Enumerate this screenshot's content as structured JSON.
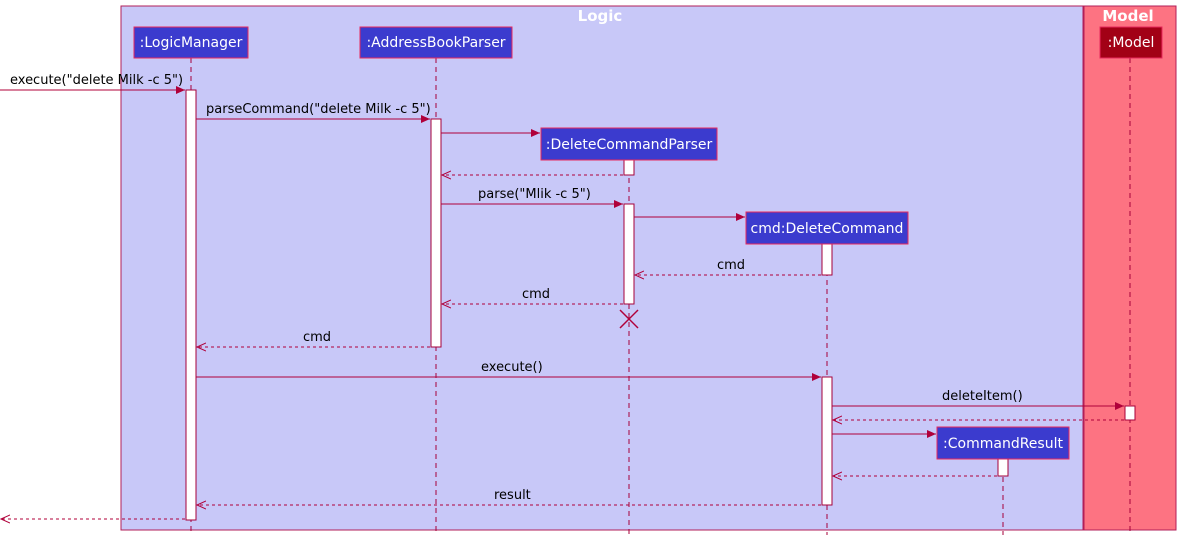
{
  "diagram": {
    "type": "sequence",
    "colors": {
      "logic_fill": "#c8c8f8",
      "model_fill": "#fd7382",
      "frame_border": "#b21f58",
      "participant_fill": "#3b3bce",
      "participant_border": "#e8285c",
      "model_participant_fill": "#a20116",
      "arrow": "#b0003a",
      "activation_fill": "#ffffff",
      "activation_border": "#a6003a",
      "label_text": "#000000",
      "title_text": "#ffffff"
    },
    "frames": [
      {
        "id": "logic",
        "title": "Logic"
      },
      {
        "id": "model",
        "title": "Model"
      }
    ],
    "participants": [
      {
        "id": "logicManager",
        "label": ":LogicManager"
      },
      {
        "id": "parser",
        "label": ":AddressBookParser"
      },
      {
        "id": "deleteParser",
        "label": ":DeleteCommandParser"
      },
      {
        "id": "deleteCommand",
        "label": "cmd:DeleteCommand"
      },
      {
        "id": "commandResult",
        "label": ":CommandResult"
      },
      {
        "id": "model",
        "label": ":Model"
      }
    ],
    "messages": [
      {
        "id": "m1",
        "label": "execute(\"delete Milk -c 5\")",
        "from": "external",
        "to": "logicManager",
        "kind": "call"
      },
      {
        "id": "m2",
        "label": "parseCommand(\"delete Milk -c 5\")",
        "from": "logicManager",
        "to": "parser",
        "kind": "call"
      },
      {
        "id": "m3",
        "label": "",
        "from": "parser",
        "to": "deleteParser",
        "kind": "create"
      },
      {
        "id": "m4",
        "label": "",
        "from": "deleteParser",
        "to": "parser",
        "kind": "return"
      },
      {
        "id": "m5",
        "label": "parse(\"Mlik -c 5\")",
        "from": "parser",
        "to": "deleteParser",
        "kind": "call"
      },
      {
        "id": "m6",
        "label": "",
        "from": "deleteParser",
        "to": "deleteCommand",
        "kind": "create"
      },
      {
        "id": "m7",
        "label": "cmd",
        "from": "deleteCommand",
        "to": "deleteParser",
        "kind": "return"
      },
      {
        "id": "m8",
        "label": "cmd",
        "from": "deleteParser",
        "to": "parser",
        "kind": "return"
      },
      {
        "id": "m9",
        "label": "cmd",
        "from": "parser",
        "to": "logicManager",
        "kind": "return"
      },
      {
        "id": "m10",
        "label": "execute()",
        "from": "logicManager",
        "to": "deleteCommand",
        "kind": "call"
      },
      {
        "id": "m11",
        "label": "deleteItem()",
        "from": "deleteCommand",
        "to": "model",
        "kind": "call"
      },
      {
        "id": "m12",
        "label": "",
        "from": "model",
        "to": "deleteCommand",
        "kind": "return"
      },
      {
        "id": "m13",
        "label": "",
        "from": "deleteCommand",
        "to": "commandResult",
        "kind": "create"
      },
      {
        "id": "m14",
        "label": "",
        "from": "commandResult",
        "to": "deleteCommand",
        "kind": "return"
      },
      {
        "id": "m15",
        "label": "result",
        "from": "deleteCommand",
        "to": "logicManager",
        "kind": "return"
      },
      {
        "id": "m16",
        "label": "",
        "from": "logicManager",
        "to": "external",
        "kind": "return"
      }
    ],
    "destroyed": [
      "deleteParser"
    ]
  }
}
